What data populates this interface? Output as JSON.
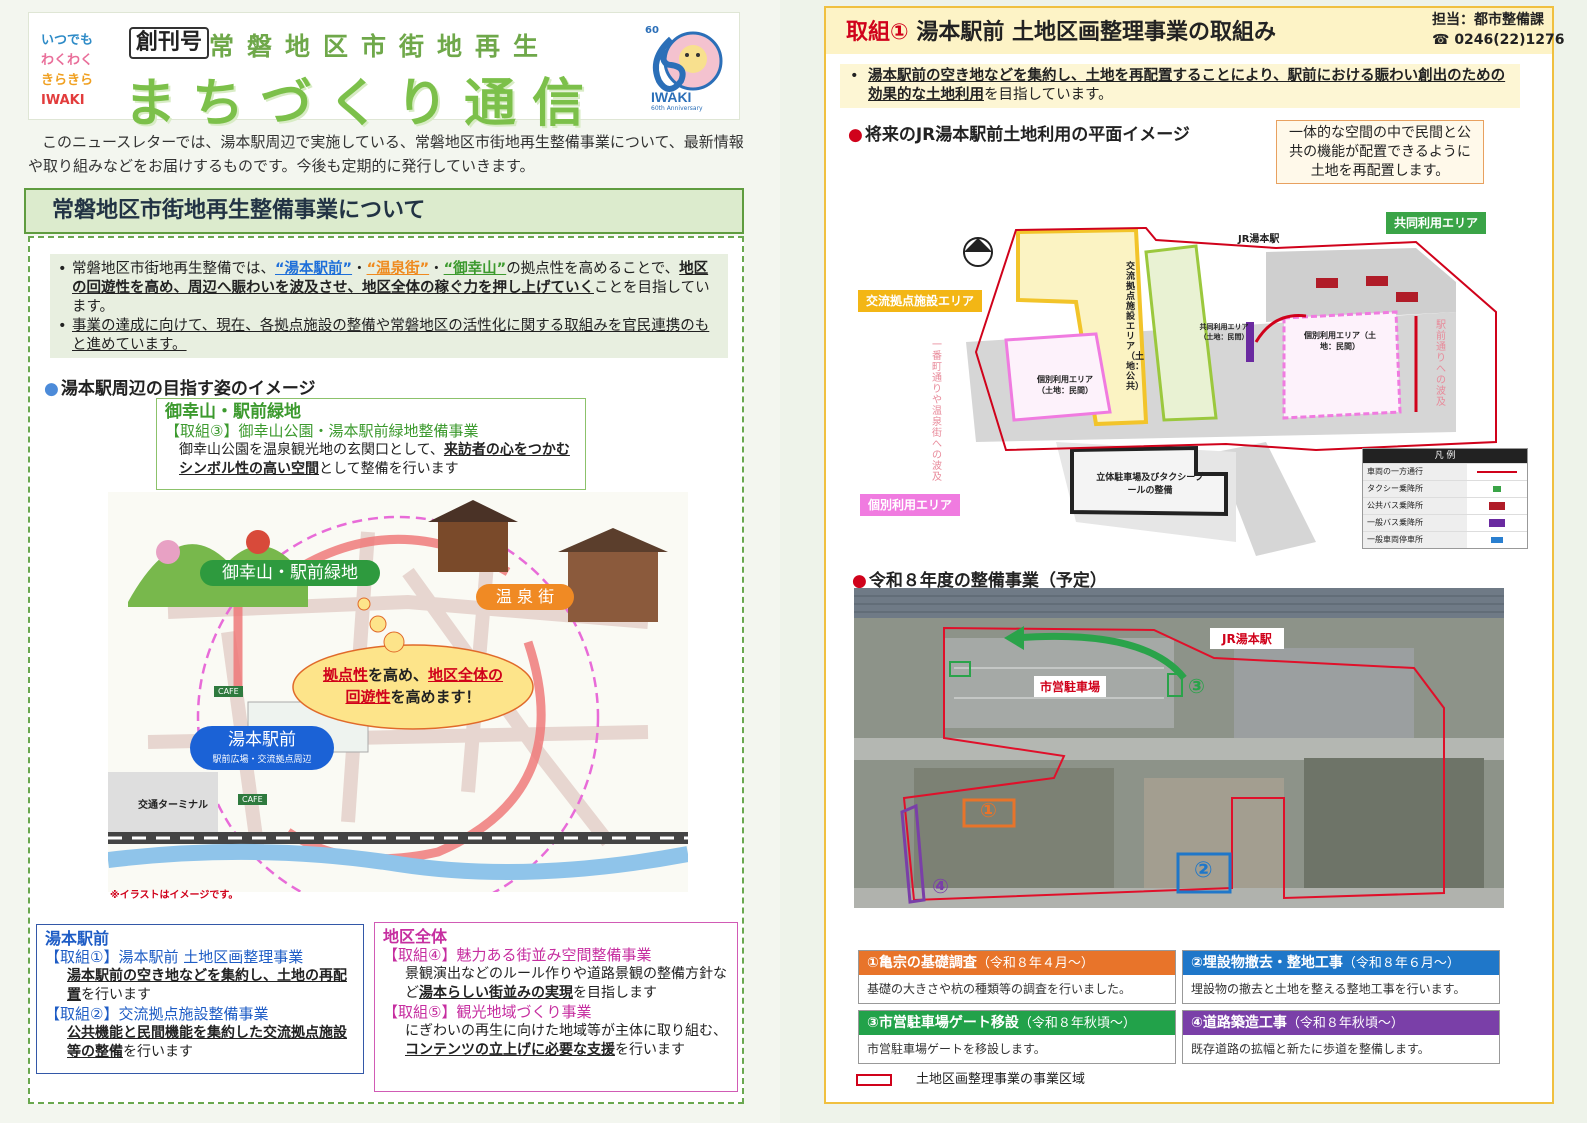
{
  "masthead": {
    "catchphrase": [
      "いつでも",
      "わくわく",
      "きらきら",
      "IWAKI"
    ],
    "issue_label": "創刊号",
    "subtitle": "常磐地区市街地再生",
    "title": "まちづくり通信",
    "logo_text": "IWAKI",
    "logo_sub": "60th Anniversary",
    "logo_number": "60"
  },
  "intro": "このニュースレターでは、湯本駅周辺で実施している、常磐地区市街地再生整備事業について、最新情報や取り組みなどをお届けするものです。今後も定期的に発行していきます。",
  "section": {
    "heading": "常磐地区市街地再生整備事業について",
    "bullet1": {
      "p1": "常磐地区市街地再生整備では、",
      "k1": "“湯本駅前”",
      "sep1": "・",
      "k2": "“温泉街”",
      "sep2": "・",
      "k3": "“御幸山”",
      "p2": "の拠点性を高めることで、",
      "p3": "地区の回遊性を高め、周辺へ賑わいを波及させ、地区全体の稼ぐ力を押し上げていく",
      "p4": "ことを目指しています。"
    },
    "bullet2": {
      "p1": "事業の達成に向けて、現在、各拠点施設の整備や常磐地区の活性化に関する取組みを官民連携のもと進めています。"
    },
    "image_heading": "湯本駅周辺の目指す姿のイメージ",
    "misaki_box": {
      "title": "御幸山・駅前緑地",
      "project": "【取組③】御幸山公園・湯本駅前緑地整備事業",
      "t1": "御幸山公園を温泉観光地の玄関口として、",
      "t2": "来訪者の心をつかむシンボル性の高い空間",
      "t3": "として整備を行います"
    },
    "illustration": {
      "label_misaki": "御幸山・駅前緑地",
      "label_onsen": "温 泉 街",
      "label_station": "湯本駅前",
      "label_station_sub": "駅前広場・交流拠点周辺",
      "label_terminal": "交通ターミナル",
      "cloud_t1": "拠点性",
      "cloud_t2": "を高め、",
      "cloud_t3": "地区全体の",
      "cloud_t4": "回遊性",
      "cloud_t5": "を高めます！",
      "note": "※イラストはイメージです。",
      "cafe": "CAFE"
    },
    "box_station": {
      "title": "湯本駅前",
      "p1_title": "【取組①】湯本駅前 土地区画整理事業",
      "p1_u": "湯本駅前の空き地などを集約し、土地の再配置",
      "p1_t": "を行います",
      "p2_title": "【取組②】交流拠点施設整備事業",
      "p2_u": "公共機能と民間機能を集約した交流拠点施設等の整備",
      "p2_t": "を行います"
    },
    "box_district": {
      "title": "地区全体",
      "p4_title": "【取組④】魅力ある街並み空間整備事業",
      "p4_t1": "景観演出などのルール作りや道路景観の整備方針など",
      "p4_u": "湯本らしい街並みの実現",
      "p4_t2": "を目指します",
      "p5_title": "【取組⑤】観光地域づくり事業",
      "p5_t1": "にぎわいの再生に向けた地域等が主体に取り組む、",
      "p5_u": "コンテンツの立上げに必要な支援",
      "p5_t2": "を行います"
    }
  },
  "right": {
    "title_red": "取組①",
    "title": "湯本駅前 土地区画整理事業の取組み",
    "contact_dept": "担当：都市整備課",
    "contact_tel": "☎ 0246(22)1276",
    "bullet_u": "湯本駅前の空き地などを集約し、土地を再配置することにより、駅前における賑わい創出のための効果的な土地利用",
    "bullet_t": "を目指しています。",
    "plan_heading": "将来のJR湯本駅前土地利用の平面イメージ",
    "callout": "一体的な空間の中で民間と公共の機能が配置できるように土地を再配置します。",
    "plan": {
      "tag_shared": "共同利用エリア",
      "tag_exchange": "交流拠点施設エリア",
      "tag_individual": "個別利用エリア",
      "jr_label": "JR湯本駅",
      "exchange_area": "交流拠点施設エリア（土地：公共）",
      "shared_area": "共同利用エリア（土地：民間）",
      "individual_left": "個別利用エリア（土地：民間）",
      "individual_right": "個別利用エリア（土地：民間）",
      "parking": "立体駐車場及びタクシープールの整備",
      "side_left": "一番町通りや温泉街への波及",
      "side_right": "駅前通りへの波及",
      "legend_title": "凡 例",
      "legend": [
        "車両の一方通行",
        "タクシー乗降所",
        "公共バス乗降所",
        "一般バス乗降所",
        "一般車両停車所"
      ]
    },
    "r8_heading": "令和８年度の整備事業（予定）",
    "aerial": {
      "jr_label": "JR湯本駅",
      "parking_label": "市営駐車場",
      "n1": "①",
      "n2": "②",
      "n3": "③",
      "n4": "④"
    },
    "tasks": [
      {
        "title": "①亀宗の基礎調査",
        "period": "（令和８年４月～）",
        "body": "基礎の大きさや杭の種類等の調査を行いました。",
        "color": "#e8742a"
      },
      {
        "title": "②埋設物撤去・整地工事",
        "period": "（令和８年６月～）",
        "body": "埋設物の撤去と土地を整える整地工事を行います。",
        "color": "#1f77c9"
      },
      {
        "title": "③市営駐車場ゲート移設",
        "period": "（令和８年秋頃～）",
        "body": "市営駐車場ゲートを移設します。",
        "color": "#22a24a"
      },
      {
        "title": "④道路築造工事",
        "period": "（令和８年秋頃～）",
        "body": "既存道路の拡幅と新たに歩道を整備します。",
        "color": "#7a3fa8"
      }
    ],
    "legend_area": "土地区画整理事業の事業区域"
  }
}
